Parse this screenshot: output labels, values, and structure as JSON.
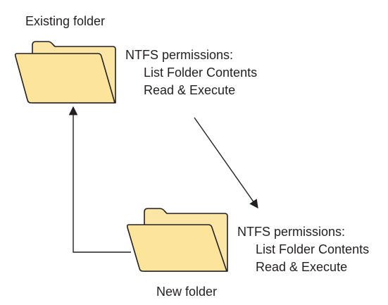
{
  "existing_folder": {
    "label": "Existing folder",
    "permissions_title": "NTFS permissions:",
    "permissions": [
      "List Folder Contents",
      "Read & Execute"
    ]
  },
  "new_folder": {
    "label": "New folder",
    "permissions_title": "NTFS permissions:",
    "permissions": [
      "List Folder Contents",
      "Read & Execute"
    ]
  },
  "colors": {
    "folder_front": "#fce49a",
    "folder_back": "#fbe6a6",
    "folder_outline": "#231f20",
    "arrow": "#231f20"
  }
}
